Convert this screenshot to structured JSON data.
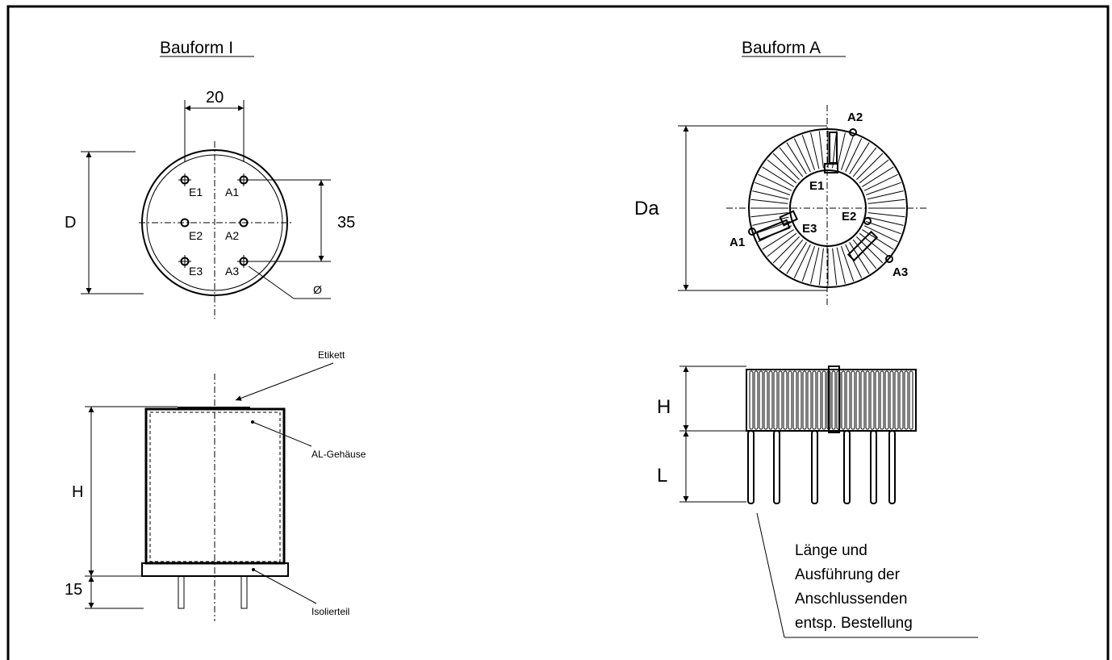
{
  "bauform_i": {
    "title": "Bauform I",
    "dim_width": "20",
    "dim_diameter": "D",
    "dim_pin_spacing": "35",
    "dim_pin_diameter": "Ø",
    "pins": [
      "E1",
      "A1",
      "E2",
      "A2",
      "E3",
      "A3"
    ],
    "label_etikett": "Etikett",
    "label_housing": "AL-Gehäuse",
    "label_insulator": "Isolierteil",
    "dim_height": "H",
    "dim_base": "15"
  },
  "bauform_a": {
    "title": "Bauform A",
    "dim_outer": "Da",
    "pins": [
      "A2",
      "E1",
      "E2",
      "E3",
      "A1",
      "A3"
    ],
    "dim_height": "H",
    "dim_lead": "L",
    "note_lines": [
      "Länge und",
      "Ausführung der",
      "Anschlussenden",
      "entsp. Bestellung"
    ]
  }
}
